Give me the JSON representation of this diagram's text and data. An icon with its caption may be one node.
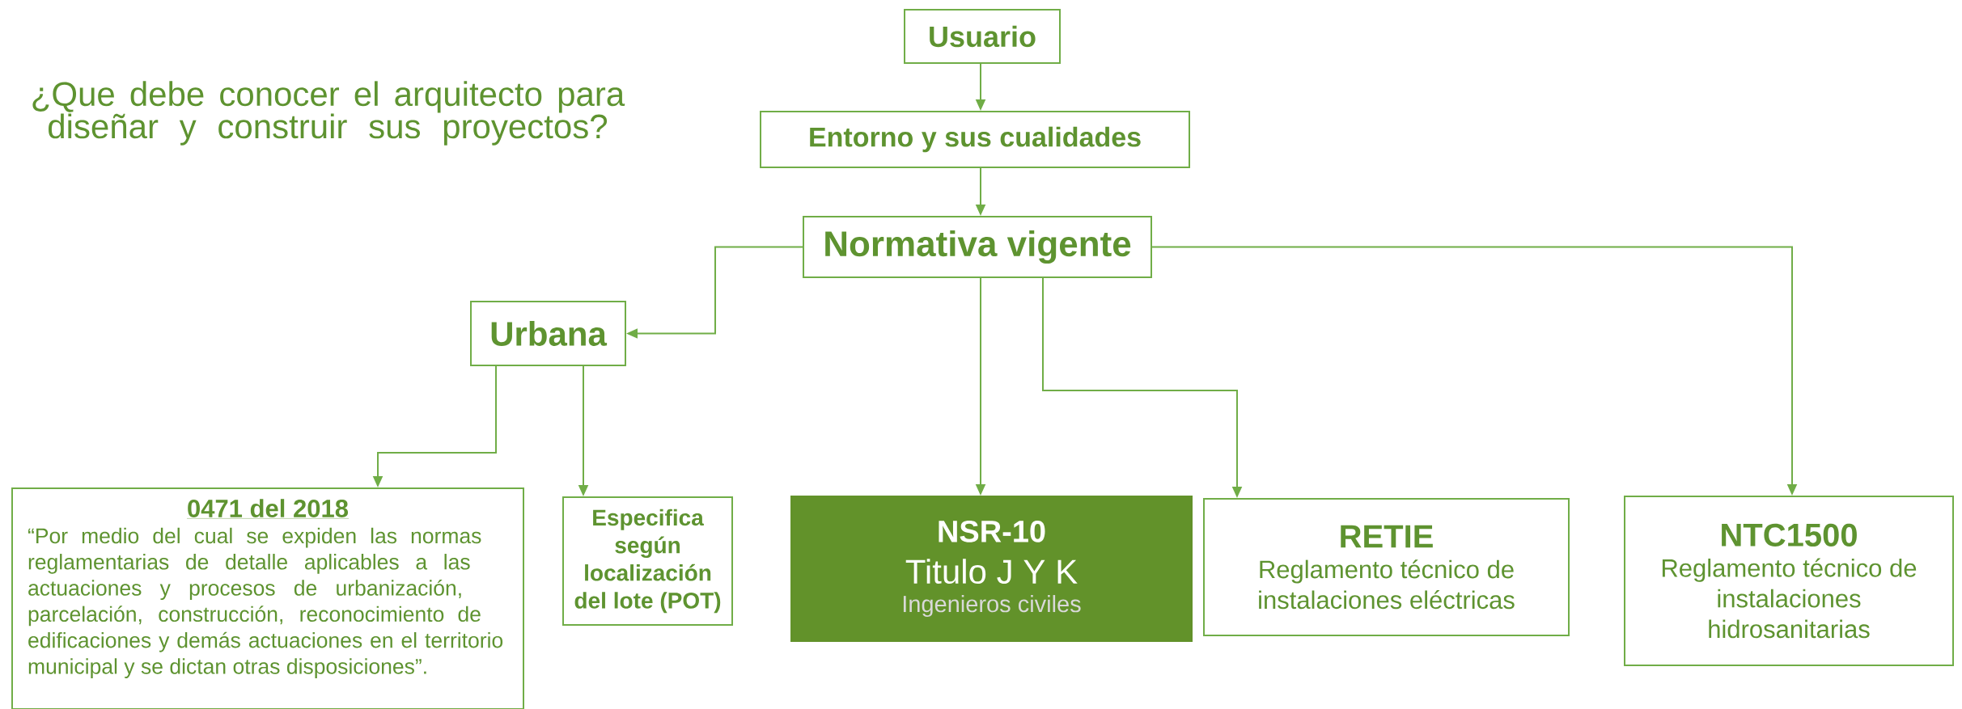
{
  "diagram": {
    "title": "¿Que debe conocer el arquitecto para diseñar y construir sus proyectos?",
    "nodes": [
      {
        "text": [
          "Usuario"
        ]
      },
      {
        "text": [
          "Entorno y sus cualidades"
        ]
      },
      {
        "text": [
          "Normativa vigente"
        ]
      },
      {
        "text": [
          "Urbana"
        ]
      },
      {
        "text": [
          "0471 del 2018",
          "“Por medio del cual se expiden las normas reglamentarias de detalle aplicables a las actuaciones y procesos de urbanización, parcelación, construcción, reconocimiento de edificaciones y demás actuaciones en el territorio municipal y se dictan otras disposiciones”."
        ]
      },
      {
        "text": [
          "Especifica según localización del lote (POT)"
        ]
      },
      {
        "text": [
          "NSR-10",
          "Titulo J Y K",
          "Ingenieros civiles"
        ]
      },
      {
        "text": [
          "RETIE",
          "Reglamento técnico de instalaciones eléctricas"
        ]
      },
      {
        "text": [
          "NTC1500",
          "Reglamento técnico de instalaciones hidrosanitarias"
        ]
      }
    ],
    "edges": [
      {
        "from": 0,
        "to": 1,
        "arrow": "to"
      },
      {
        "from": 1,
        "to": 2,
        "arrow": "to"
      },
      {
        "from": 2,
        "to": 3,
        "arrow": "to"
      },
      {
        "from": 3,
        "to": 4,
        "arrow": "to"
      },
      {
        "from": 3,
        "to": 5,
        "arrow": "to"
      },
      {
        "from": 2,
        "to": 6,
        "arrow": "to"
      },
      {
        "from": 2,
        "to": 7,
        "arrow": "to"
      },
      {
        "from": 2,
        "to": 8,
        "arrow": "to"
      }
    ]
  }
}
